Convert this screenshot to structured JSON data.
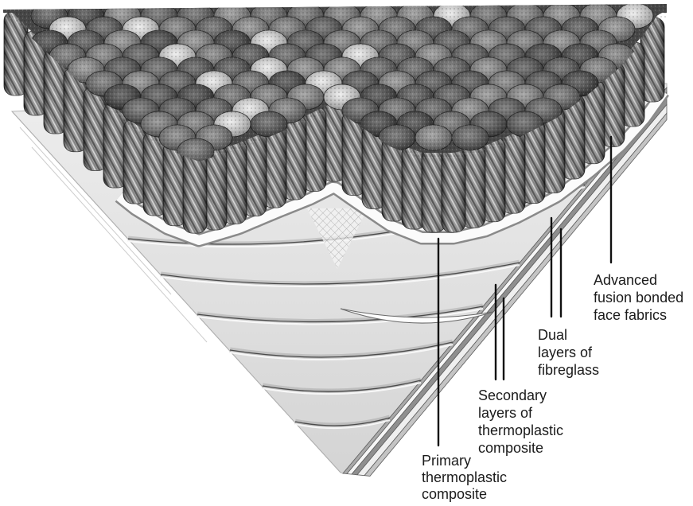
{
  "labels": {
    "face_fabrics": {
      "lines": [
        "Advanced",
        "fusion bonded",
        "face fabrics"
      ]
    },
    "fibreglass": {
      "lines": [
        "Dual",
        "layers of",
        "fibreglass"
      ]
    },
    "secondary": {
      "lines": [
        "Secondary",
        "layers of",
        "thermoplastic",
        "composite"
      ]
    },
    "primary": {
      "lines": [
        "Primary",
        "thermoplastic",
        "composite"
      ]
    }
  }
}
